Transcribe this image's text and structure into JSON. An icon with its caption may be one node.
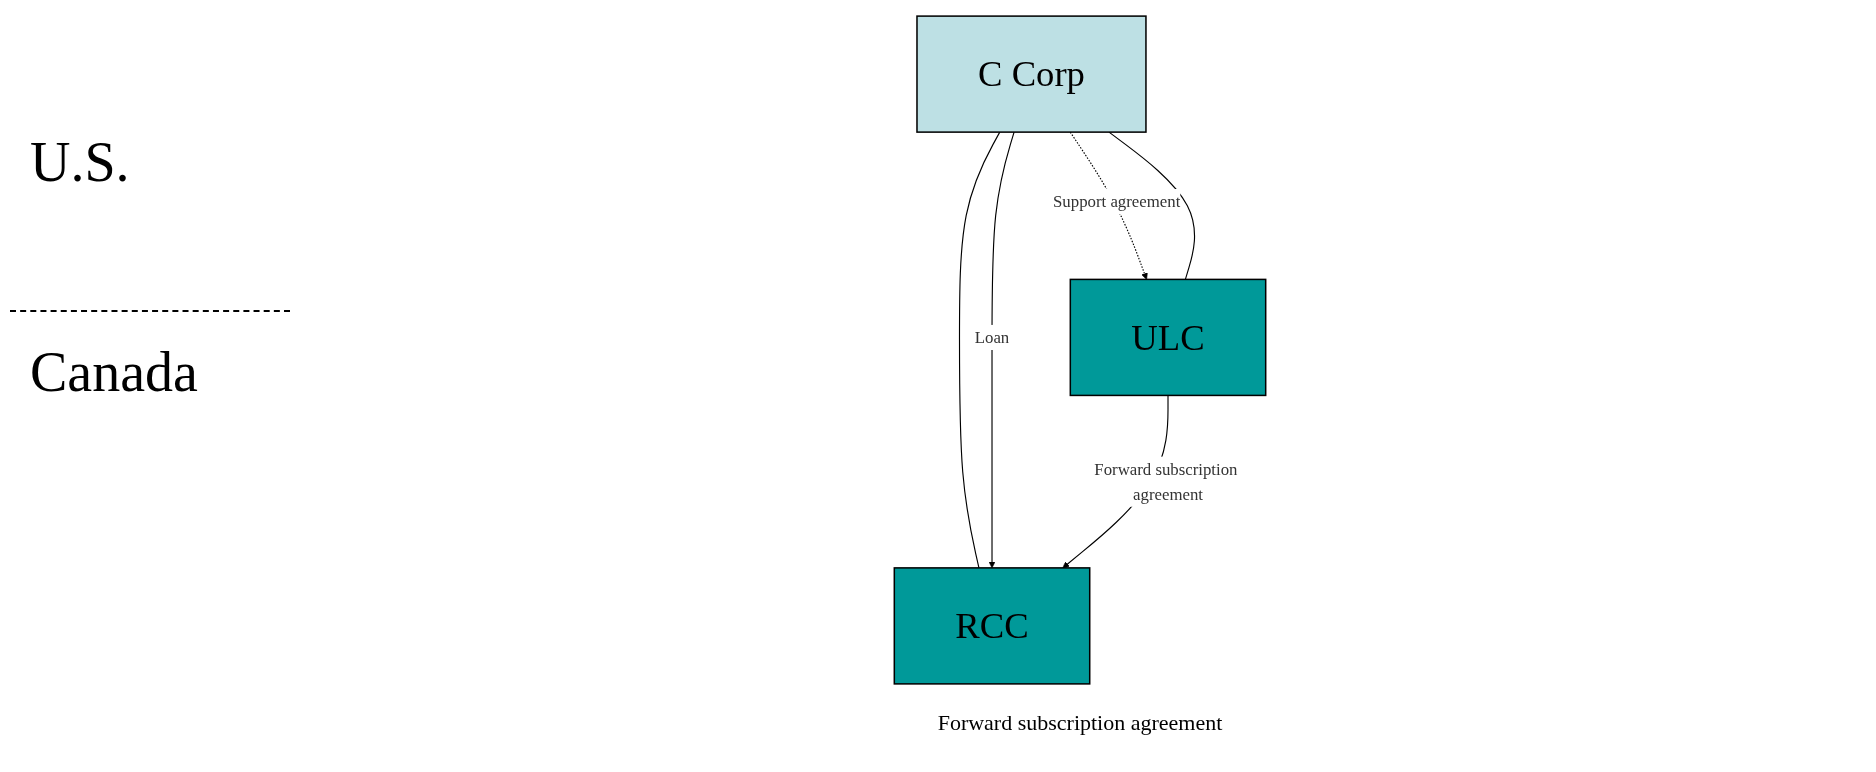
{
  "diagram": {
    "nodes": [
      {
        "text": [
          "C Corp"
        ]
      },
      {
        "text": [
          "ULC"
        ]
      },
      {
        "text": [
          "RCC"
        ]
      }
    ],
    "edges": [
      {
        "from": 0,
        "to": 1,
        "arrow": "to",
        "style": "dashed",
        "label": "Support agreement"
      },
      {
        "from": 0,
        "to": 1,
        "arrow": "none"
      },
      {
        "from": 0,
        "to": 2,
        "arrow": "none"
      },
      {
        "from": 0,
        "to": 2,
        "arrow": "to",
        "label": "Loan"
      },
      {
        "from": 1,
        "to": 2,
        "arrow": "to",
        "label": "Forward subscription agreement"
      }
    ],
    "labels": [
      "U.S.",
      "Canada",
      "Forward subscription agreement"
    ]
  }
}
